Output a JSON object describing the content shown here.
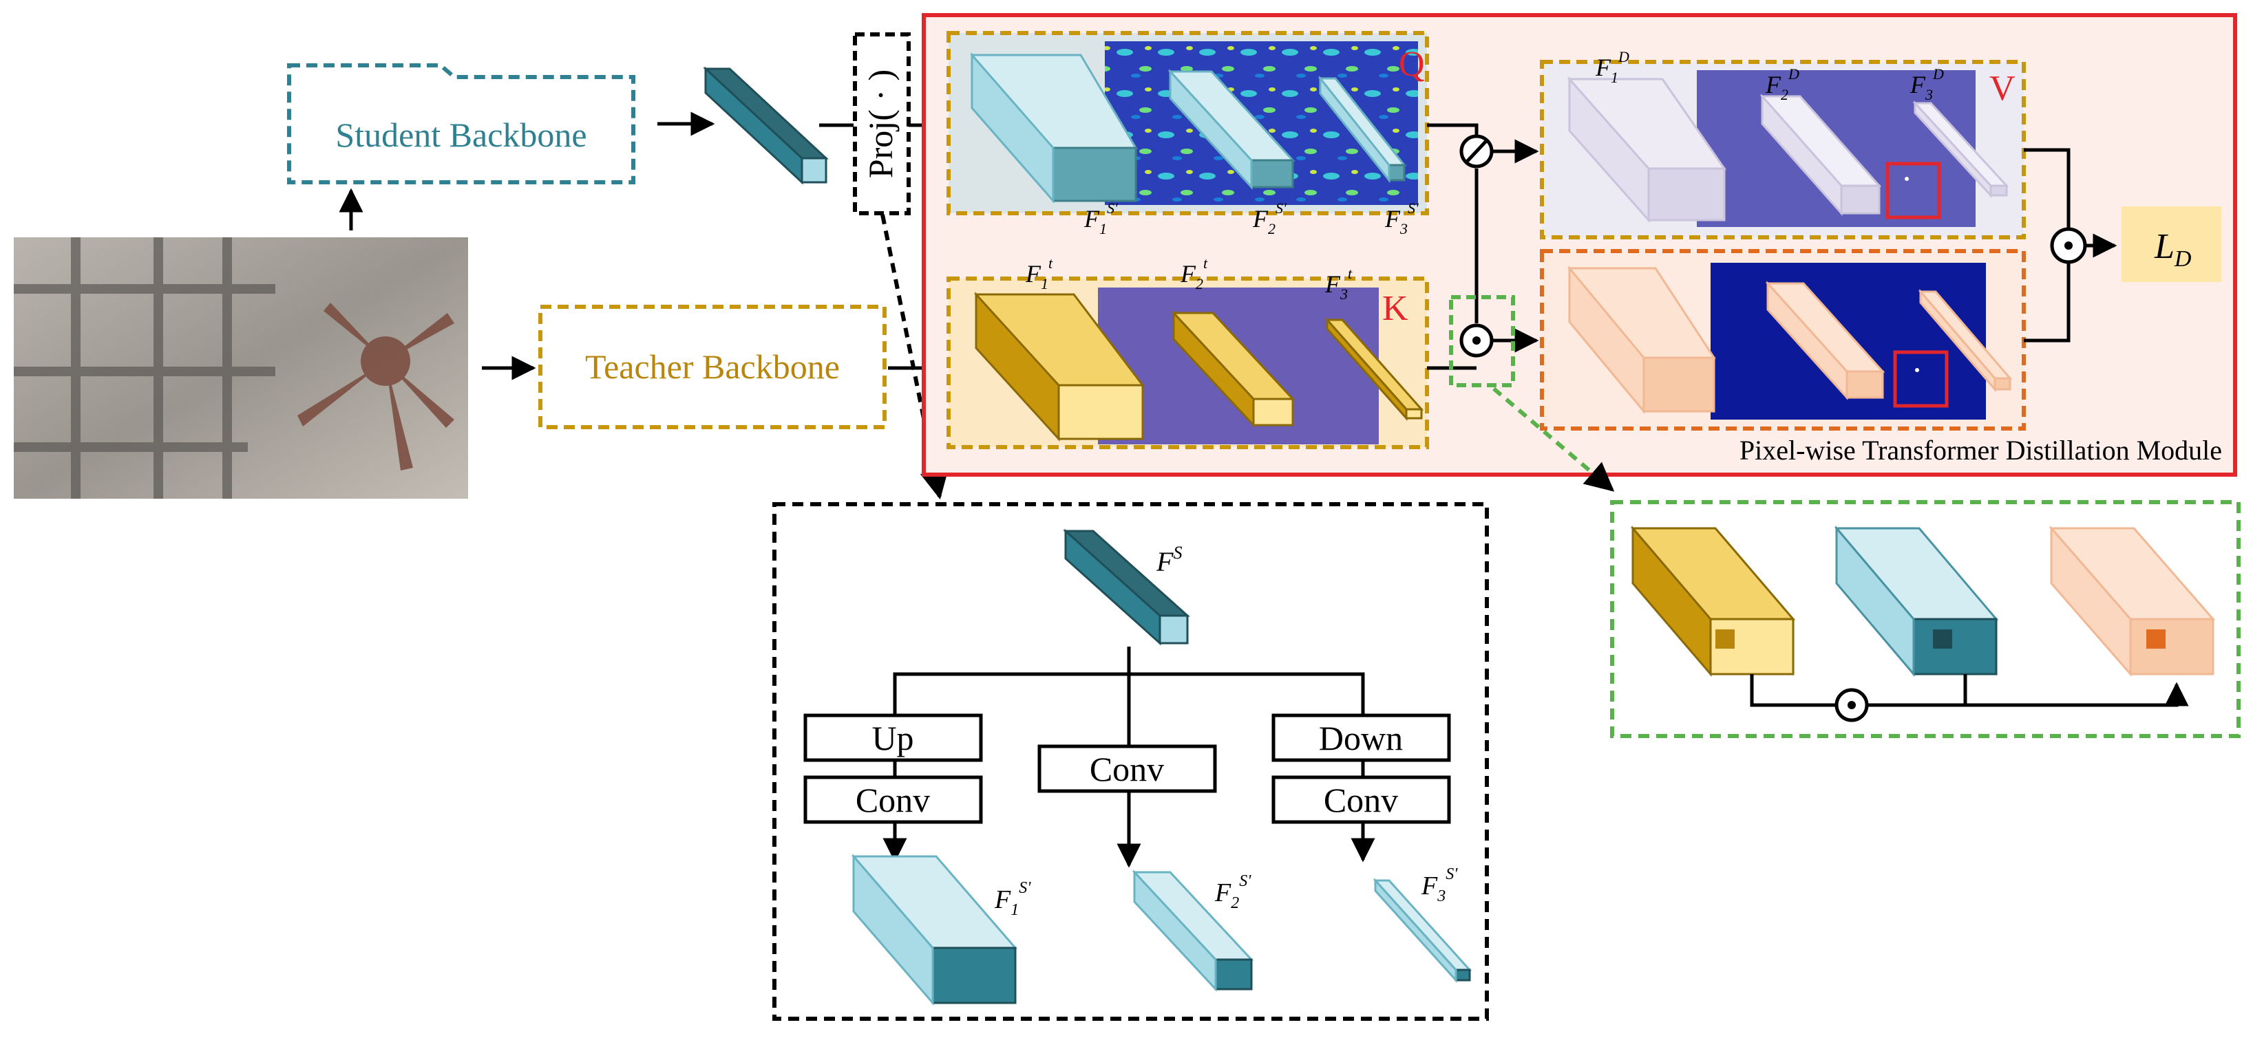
{
  "inputs": {
    "student_backbone": "Student Backbone",
    "teacher_backbone": "Teacher Backbone"
  },
  "projection": {
    "label": "Proj( · )"
  },
  "module": {
    "label": "Pixel-wise Transformer Distillation Module",
    "q_letter": "Q",
    "k_letter": "K",
    "v_letter": "V",
    "loss_symbol": "L",
    "loss_subscript": "D",
    "q_features": [
      {
        "sym": "F",
        "sub": "1",
        "sup": "S'"
      },
      {
        "sym": "F",
        "sub": "2",
        "sup": "S'"
      },
      {
        "sym": "F",
        "sub": "3",
        "sup": "S'"
      }
    ],
    "k_features": [
      {
        "sym": "F",
        "sub": "1",
        "sup": "t"
      },
      {
        "sym": "F",
        "sub": "2",
        "sup": "t"
      },
      {
        "sym": "F",
        "sub": "3",
        "sup": "t"
      }
    ],
    "v_features": [
      {
        "sym": "F",
        "sub": "1",
        "sup": "D"
      },
      {
        "sym": "F",
        "sub": "2",
        "sup": "D"
      },
      {
        "sym": "F",
        "sub": "3",
        "sup": "D"
      }
    ]
  },
  "proj_detail": {
    "input_feature": {
      "sym": "F",
      "sup": "S"
    },
    "branches": [
      {
        "op": "Up",
        "conv": "Conv",
        "out": {
          "sym": "F",
          "sub": "1",
          "sup": "S'"
        }
      },
      {
        "op": "",
        "conv": "Conv",
        "out": {
          "sym": "F",
          "sub": "2",
          "sup": "S'"
        }
      },
      {
        "op": "Down",
        "conv": "Conv",
        "out": {
          "sym": "F",
          "sub": "3",
          "sup": "S'"
        }
      }
    ]
  },
  "colors": {
    "module_border": "#e3262b",
    "module_fill": "#fdeeea",
    "teal": "#2f8090",
    "teal_light": "#a9dbe7",
    "gold": "#c8960a",
    "gold_light": "#fde59a",
    "peach": "#f7c9a7",
    "lavender": "#dcd7ea",
    "purple_map": "#6a5db5",
    "navy_map": "#0c1a9a",
    "green_dash": "#58b14a",
    "orange_dash": "#e06a1d"
  }
}
